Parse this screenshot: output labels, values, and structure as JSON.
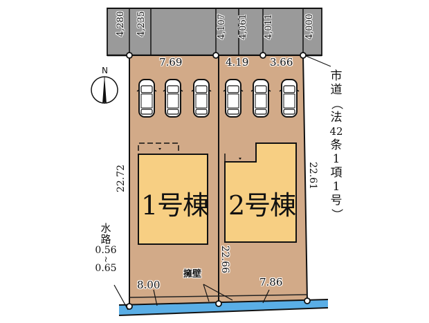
{
  "colors": {
    "road": "#9a9a9a",
    "lot": "#d2aa88",
    "building": "#f7cf83",
    "water": "#5aaee6",
    "line": "#111111"
  },
  "road": {
    "name_chars": [
      "市",
      "道",
      "（",
      "法",
      "42",
      "条",
      "1",
      "項",
      "1",
      "号",
      "）"
    ],
    "widths": [
      "4,280",
      "4,235",
      "4,107",
      "4,061",
      "4,011",
      "4,000"
    ]
  },
  "compass": {
    "north_label": "N"
  },
  "lot1": {
    "building_label": "1号棟",
    "frontage": "7.69",
    "left_side": "22.72",
    "rear": "8.00"
  },
  "lot2": {
    "building_label": "2号棟",
    "frontage_a": "4.19",
    "frontage_b": "3.66",
    "right_side": "22.61",
    "shared_side": "22.66",
    "rear": "7.86"
  },
  "retaining_wall_label": "擁壁",
  "waterway": {
    "label_chars": [
      "水",
      "路"
    ],
    "width_from": "0.56",
    "tilde": "~",
    "width_to": "0.65"
  },
  "parking": {
    "lot1_cars": 3,
    "lot2_cars": 3
  }
}
